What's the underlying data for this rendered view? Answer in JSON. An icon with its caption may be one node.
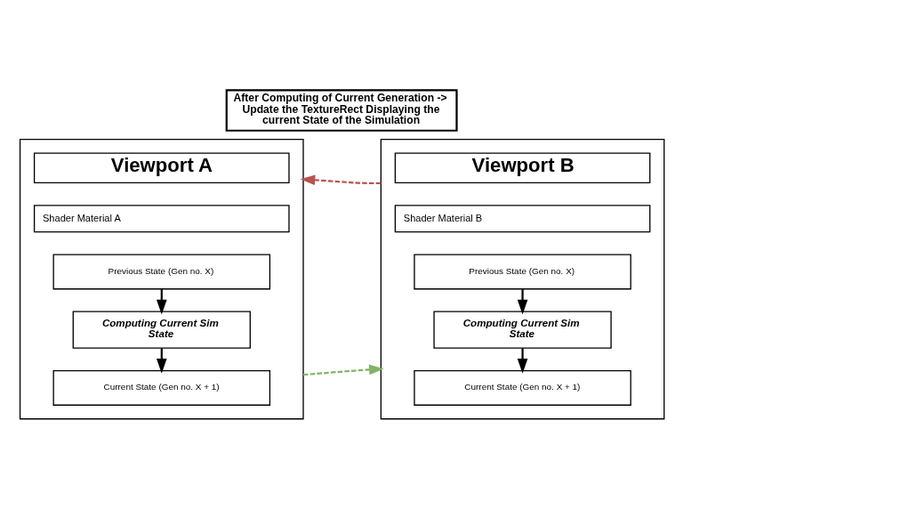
{
  "diagram": {
    "nodes": [
      {
        "text": [
          "After Computing of Current Generation -> Update the TextureRect Displaying the current State of the Simulation"
        ]
      },
      {
        "text": [],
        "shape": "box"
      },
      {
        "text": [
          "Viewport A"
        ],
        "in": 1
      },
      {
        "text": [
          "Shader Material A"
        ],
        "in": 1
      },
      {
        "text": [
          "Previous State (Gen no. X)"
        ],
        "in": 1
      },
      {
        "text": [
          "Computing Current Sim State"
        ],
        "in": 1
      },
      {
        "text": [
          "Current State (Gen no. X + 1)"
        ],
        "in": 1
      },
      {
        "text": [],
        "shape": "box"
      },
      {
        "text": [
          "Viewport B"
        ],
        "in": 7
      },
      {
        "text": [
          "Shader Material B"
        ],
        "in": 7
      },
      {
        "text": [
          "Previous State (Gen no. X)"
        ],
        "in": 7
      },
      {
        "text": [
          "Computing Current Sim State"
        ],
        "in": 7
      },
      {
        "text": [
          "Current State (Gen no. X + 1)"
        ],
        "in": 7
      }
    ],
    "edges": [
      {
        "from": 4,
        "to": 5,
        "arrow": "to"
      },
      {
        "from": 5,
        "to": 6,
        "arrow": "to"
      },
      {
        "from": 10,
        "to": 11,
        "arrow": "to"
      },
      {
        "from": 11,
        "to": 12,
        "arrow": "to"
      },
      {
        "from": 1,
        "to": 7,
        "arrow": "to",
        "style": "dashed",
        "color": "#82b366"
      },
      {
        "from": 7,
        "to": 1,
        "arrow": "to",
        "style": "dashed",
        "color": "#b85450"
      }
    ]
  }
}
